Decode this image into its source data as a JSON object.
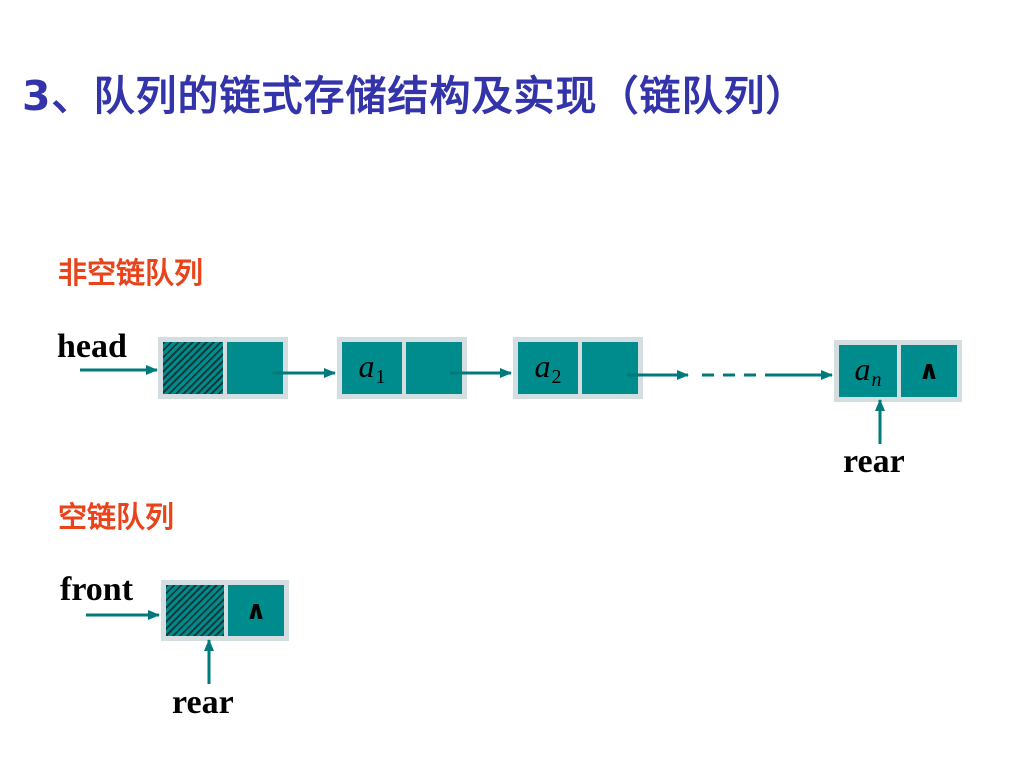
{
  "title": "3、队列的链式存储结构及实现（链队列）",
  "nonempty": {
    "heading": "非空链队列",
    "head_label": "head",
    "rear_label": "rear",
    "nodes": [
      {
        "data": "",
        "sub": "",
        "next": ""
      },
      {
        "data": "a",
        "sub": "1",
        "next": ""
      },
      {
        "data": "a",
        "sub": "2",
        "next": ""
      },
      {
        "data": "a",
        "sub": "n",
        "next": "∧"
      }
    ]
  },
  "empty": {
    "heading": "空链队列",
    "front_label": "front",
    "rear_label": "rear",
    "node_next": "∧"
  },
  "colors": {
    "node_fill": "#008c8c",
    "arrow": "#007a7a",
    "title": "#3333aa",
    "heading": "#e8431a"
  }
}
